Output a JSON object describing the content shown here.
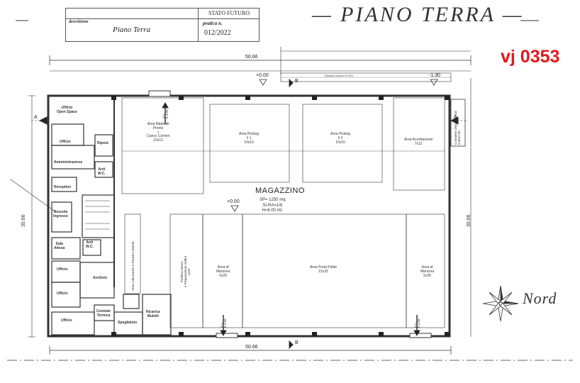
{
  "title_block": {
    "status": "STATO FUTURO",
    "desc_label": "descrizione",
    "description": "Piano Terra",
    "pratica_label": "pratica n.",
    "pratica": "012/2022"
  },
  "plan_title": "— PIANO TERRA —",
  "code": "vj 0353",
  "north_label": "Nord",
  "main_area": {
    "name": "MAGAZZINO",
    "line1": "SP= 1250 mq",
    "line2": "SI-RA=1/8",
    "line3": "H=6.00 mt."
  },
  "dimensions": {
    "width": "50.66",
    "height": "30.66",
    "level_zero": "+0.00",
    "level_minus": "-1.30",
    "ramp": "Rampa Camion P=5%",
    "section_a": "A",
    "section_b": "B"
  },
  "rooms": {
    "office_open": "Ufficio\nOpen Space",
    "ufficio1": "Ufficio",
    "amministrazione": "Amministrazione",
    "ripost": "Ripost.",
    "antiwc1": "Anti\nW.C.",
    "reception": "Reception",
    "bussola": "Bussola\nIngresso",
    "sala_attesa": "Sala\nAttesa",
    "antiwc2": "Anti\nW.C.",
    "ufficio2": "Ufficio",
    "ufficio3": "Ufficio",
    "archivio": "Archivio",
    "ufficio4": "Ufficio",
    "centrale": "Centrale\nTermica",
    "spogliatoio": "Spogliatoio",
    "ricarica": "Ricarica\nMuletti",
    "area_materiali": "Area Materiali\nPronto\n+\nCarico Corrieri\n10x12",
    "area_picking1": "Area Picking\n# 1\n10x10",
    "area_picking2": "Area Picking\n# 2\n10x10",
    "area_accettazione": "Area Accettazione\n7x12",
    "area_laboratorio": "Area Laboratorio e Ricarica Muletti",
    "prelievo": "Prelievo Merce\ne Preparazione Ordini\n4x25",
    "manovra1": "Area di\nManovra\n6x25",
    "porta_pallet": "Area Porta Pallet\n21x25",
    "manovra2": "Area di\nManovra\n5x25",
    "ul": "U.L.\nh 4.50",
    "container": "Container Deposito Gas\n5.00x2.50"
  },
  "colors": {
    "ink": "#222222",
    "code_red": "#e0191c",
    "grid": "#888888"
  }
}
